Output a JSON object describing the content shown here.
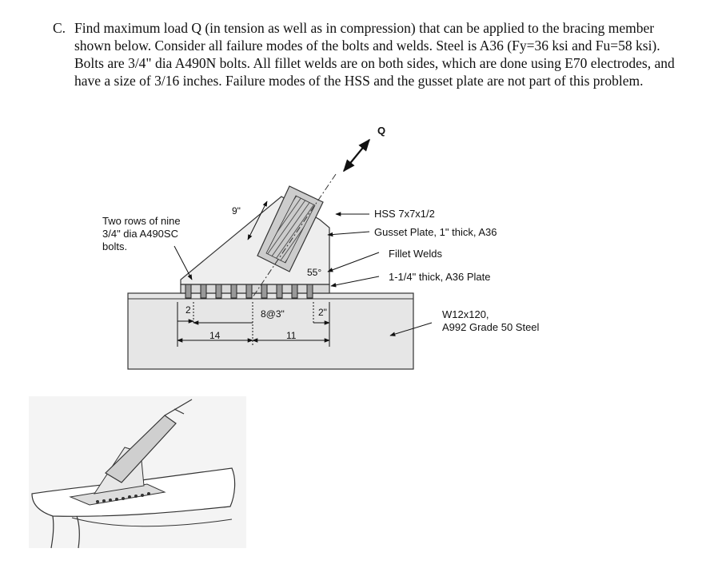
{
  "problem": {
    "label": "C.",
    "text": "Find maximum load Q (in tension as well as in compression) that can be applied to the bracing member shown below. Consider all failure modes of the bolts and welds. Steel is A36 (Fy=36 ksi and Fu=58 ksi). Bolts are 3/4\" dia A490N bolts. All fillet welds are on both sides, which are done using E70 electrodes, and have a size of 3/16 inches. Failure modes of the HSS and the gusset plate are not part of this problem."
  },
  "diagram": {
    "load_label": "Q",
    "bolts_label_1": "Two rows of nine",
    "bolts_label_2": "3/4\" dia A490SC",
    "bolts_label_3": "bolts.",
    "hss_label": "HSS 7x7x1/2",
    "gusset_label": "Gusset Plate, 1\" thick, A36",
    "weld_label": "Fillet Welds",
    "plate_label": "1-1/4\" thick, A36 Plate",
    "beam_label_1": "W12x120,",
    "beam_label_2": "A992 Grade 50 Steel",
    "dim_9": "9\"",
    "dim_55": "55°",
    "dim_2_left": "2",
    "dim_spacing": "8@3\"",
    "dim_2_right": "2\"",
    "dim_14": "14",
    "dim_11": "11"
  }
}
